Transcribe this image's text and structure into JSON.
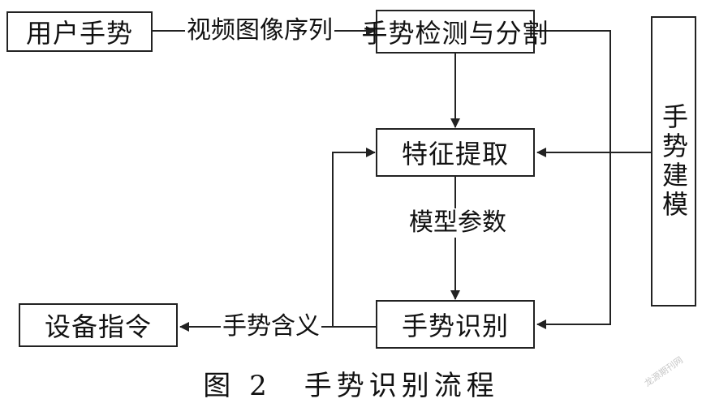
{
  "nodes": {
    "user_gesture": "用户手势",
    "detect_segment": "手势检测与分割",
    "feature_extract": "特征提取",
    "gesture_recognize": "手势识别",
    "device_command": "设备指令",
    "gesture_modeling": "手势建模"
  },
  "edge_labels": {
    "video_sequence": "视频图像序列",
    "model_params": "模型参数",
    "gesture_meaning": "手势含义"
  },
  "caption": "图 2　手势识别流程",
  "watermark": "龙源期刊网"
}
